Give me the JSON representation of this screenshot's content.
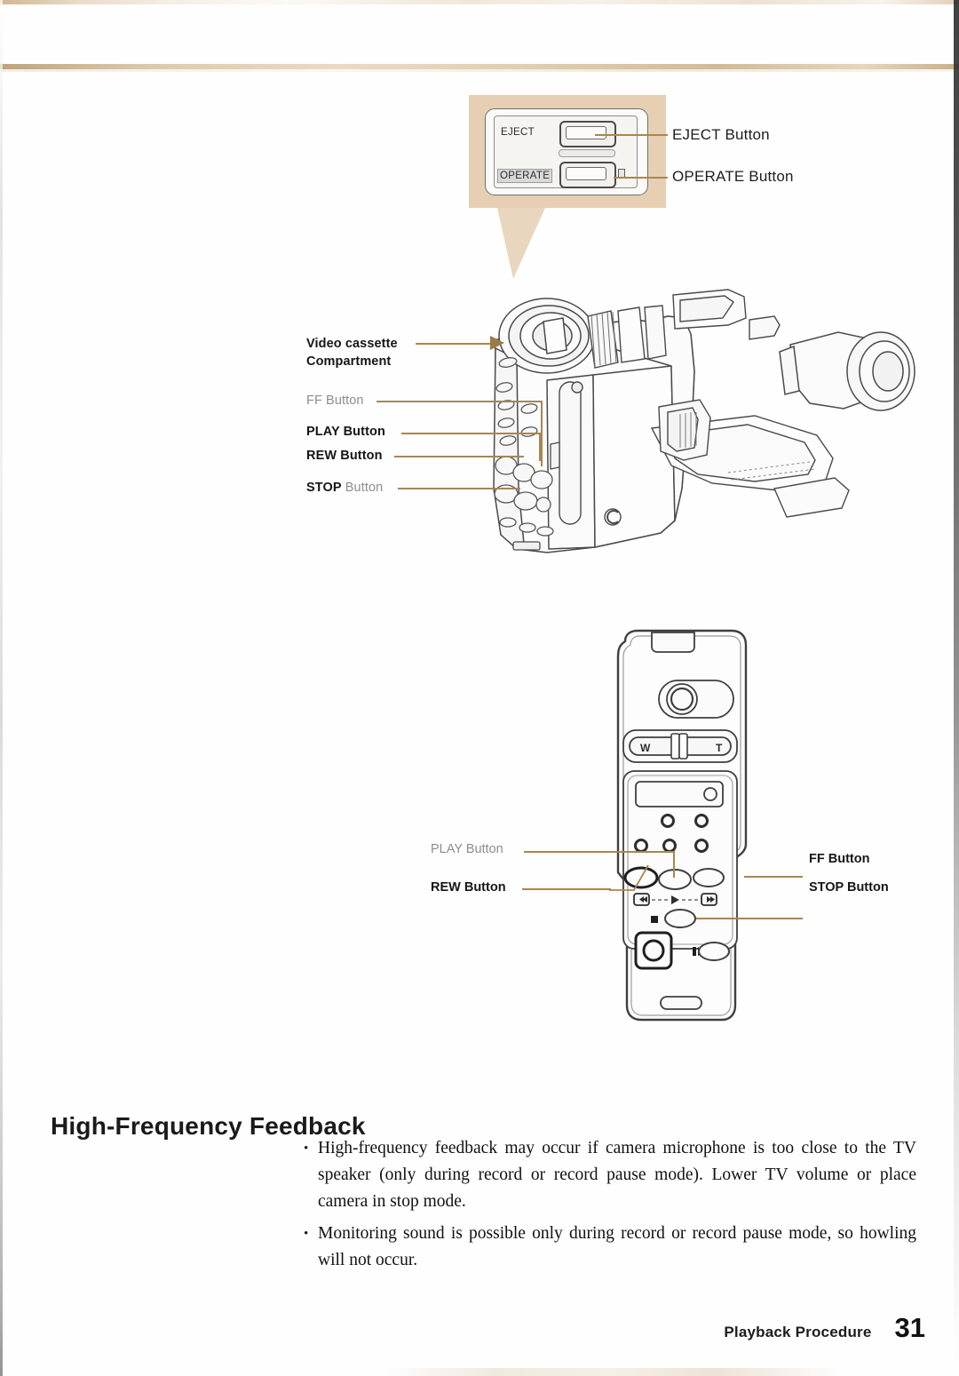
{
  "page": {
    "number": "31",
    "footer_title": "Playback Procedure"
  },
  "inset_panel": {
    "eject_text": "EJECT",
    "operate_text": "OPERATE",
    "labels": {
      "eject_button": "EJECT Button",
      "operate_button": "OPERATE Button"
    }
  },
  "camera_labels": {
    "video_cassette_line1": "Video cassette",
    "video_cassette_line2": "Compartment",
    "ff_button": "FF Button",
    "play_button": "PLAY Button",
    "rew_button": "REW Button",
    "stop_word": "STOP",
    "stop_button_word": "Button"
  },
  "remote_labels": {
    "play_button": "PLAY Button",
    "rew_button": "REW Button",
    "ff_button": "FF Button",
    "stop_button": "STOP Button",
    "zoom_wide": "W",
    "zoom_tele": "T"
  },
  "section": {
    "heading": "High-Frequency Feedback",
    "bullets": [
      "High-frequency feedback may occur if camera microphone is too close to the TV speaker (only during record or record pause mode). Lower TV volume or place camera in stop mode.",
      "Monitoring sound is possible only during record or record pause mode, so howling will not occur."
    ],
    "bullet_glyph": "•"
  },
  "colors": {
    "callout_beige": "#e6cfb2",
    "leader_line": "#a8874f",
    "label_bold": "#161616",
    "label_grey": "#8d8d8d",
    "ink": "#111111"
  }
}
